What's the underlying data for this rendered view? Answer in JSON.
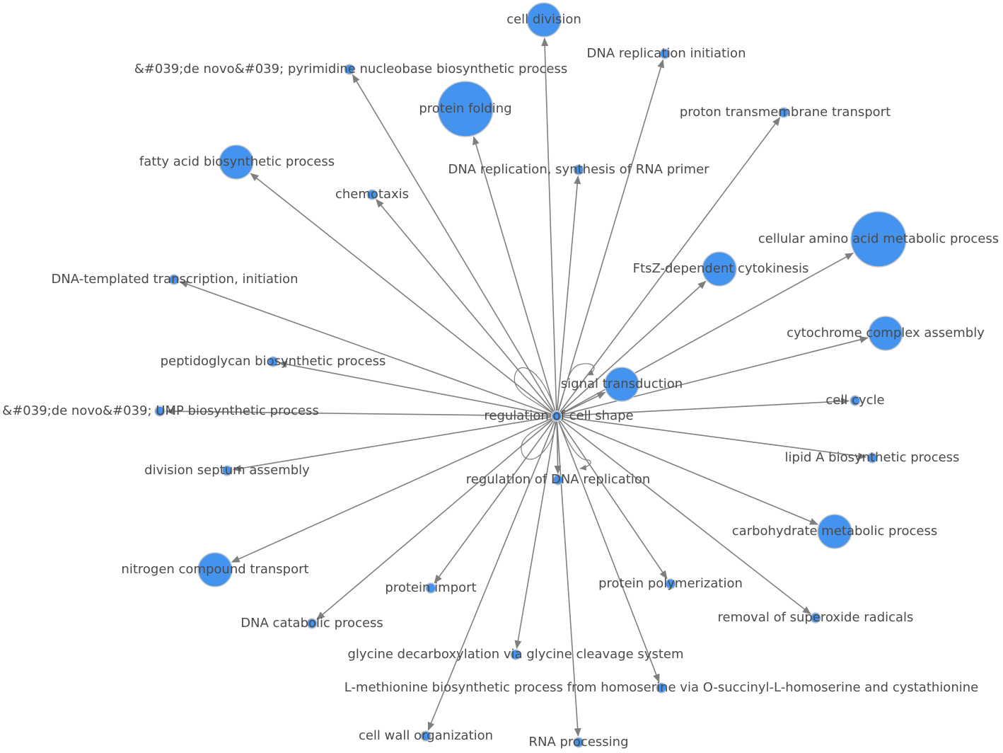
{
  "graph": {
    "hub": "regulation of cell shape",
    "colors": {
      "node": "#4393ef",
      "edge": "#7f7f7f",
      "label": "#4a4a4a"
    },
    "nodes": [
      {
        "id": "hub",
        "label": "regulation of cell shape"
      },
      {
        "id": "cell-division",
        "label": "cell division"
      },
      {
        "id": "dna-replication-initiation",
        "label": "DNA replication initiation"
      },
      {
        "id": "de-novo-pyrimidine",
        "label": "&#039;de novo&#039; pyrimidine nucleobase biosynthetic process"
      },
      {
        "id": "protein-folding",
        "label": "protein folding"
      },
      {
        "id": "proton-transmembrane-transport",
        "label": "proton transmembrane transport"
      },
      {
        "id": "fatty-acid-biosynthetic",
        "label": "fatty acid biosynthetic process"
      },
      {
        "id": "dna-replication-rna-primer",
        "label": "DNA replication, synthesis of RNA primer"
      },
      {
        "id": "chemotaxis",
        "label": "chemotaxis"
      },
      {
        "id": "cellular-amino-acid",
        "label": "cellular amino acid metabolic process"
      },
      {
        "id": "ftsz-cytokinesis",
        "label": "FtsZ-dependent cytokinesis"
      },
      {
        "id": "dna-templated-transcription",
        "label": "DNA-templated transcription, initiation"
      },
      {
        "id": "cytochrome-complex-assembly",
        "label": "cytochrome complex assembly"
      },
      {
        "id": "peptidoglycan-biosynthetic",
        "label": "peptidoglycan biosynthetic process"
      },
      {
        "id": "signal-transduction",
        "label": "signal transduction"
      },
      {
        "id": "cell-cycle",
        "label": "cell cycle"
      },
      {
        "id": "de-novo-ump",
        "label": "&#039;de novo&#039; UMP biosynthetic process"
      },
      {
        "id": "lipid-a-biosynthetic",
        "label": "lipid A biosynthetic process"
      },
      {
        "id": "division-septum-assembly",
        "label": "division septum assembly"
      },
      {
        "id": "regulation-dna-replication",
        "label": "regulation of DNA replication"
      },
      {
        "id": "carbohydrate-metabolic",
        "label": "carbohydrate metabolic process"
      },
      {
        "id": "nitrogen-compound-transport",
        "label": "nitrogen compound transport"
      },
      {
        "id": "protein-polymerization",
        "label": "protein polymerization"
      },
      {
        "id": "protein-import",
        "label": "protein import"
      },
      {
        "id": "removal-superoxide",
        "label": "removal of superoxide radicals"
      },
      {
        "id": "dna-catabolic",
        "label": "DNA catabolic process"
      },
      {
        "id": "glycine-decarboxylation",
        "label": "glycine decarboxylation via glycine cleavage system"
      },
      {
        "id": "l-methionine-biosynthetic",
        "label": "L-methionine biosynthetic process from homoserine via O-succinyl-L-homoserine and cystathionine"
      },
      {
        "id": "cell-wall-organization",
        "label": "cell wall organization"
      },
      {
        "id": "rna-processing",
        "label": "RNA processing"
      }
    ]
  }
}
